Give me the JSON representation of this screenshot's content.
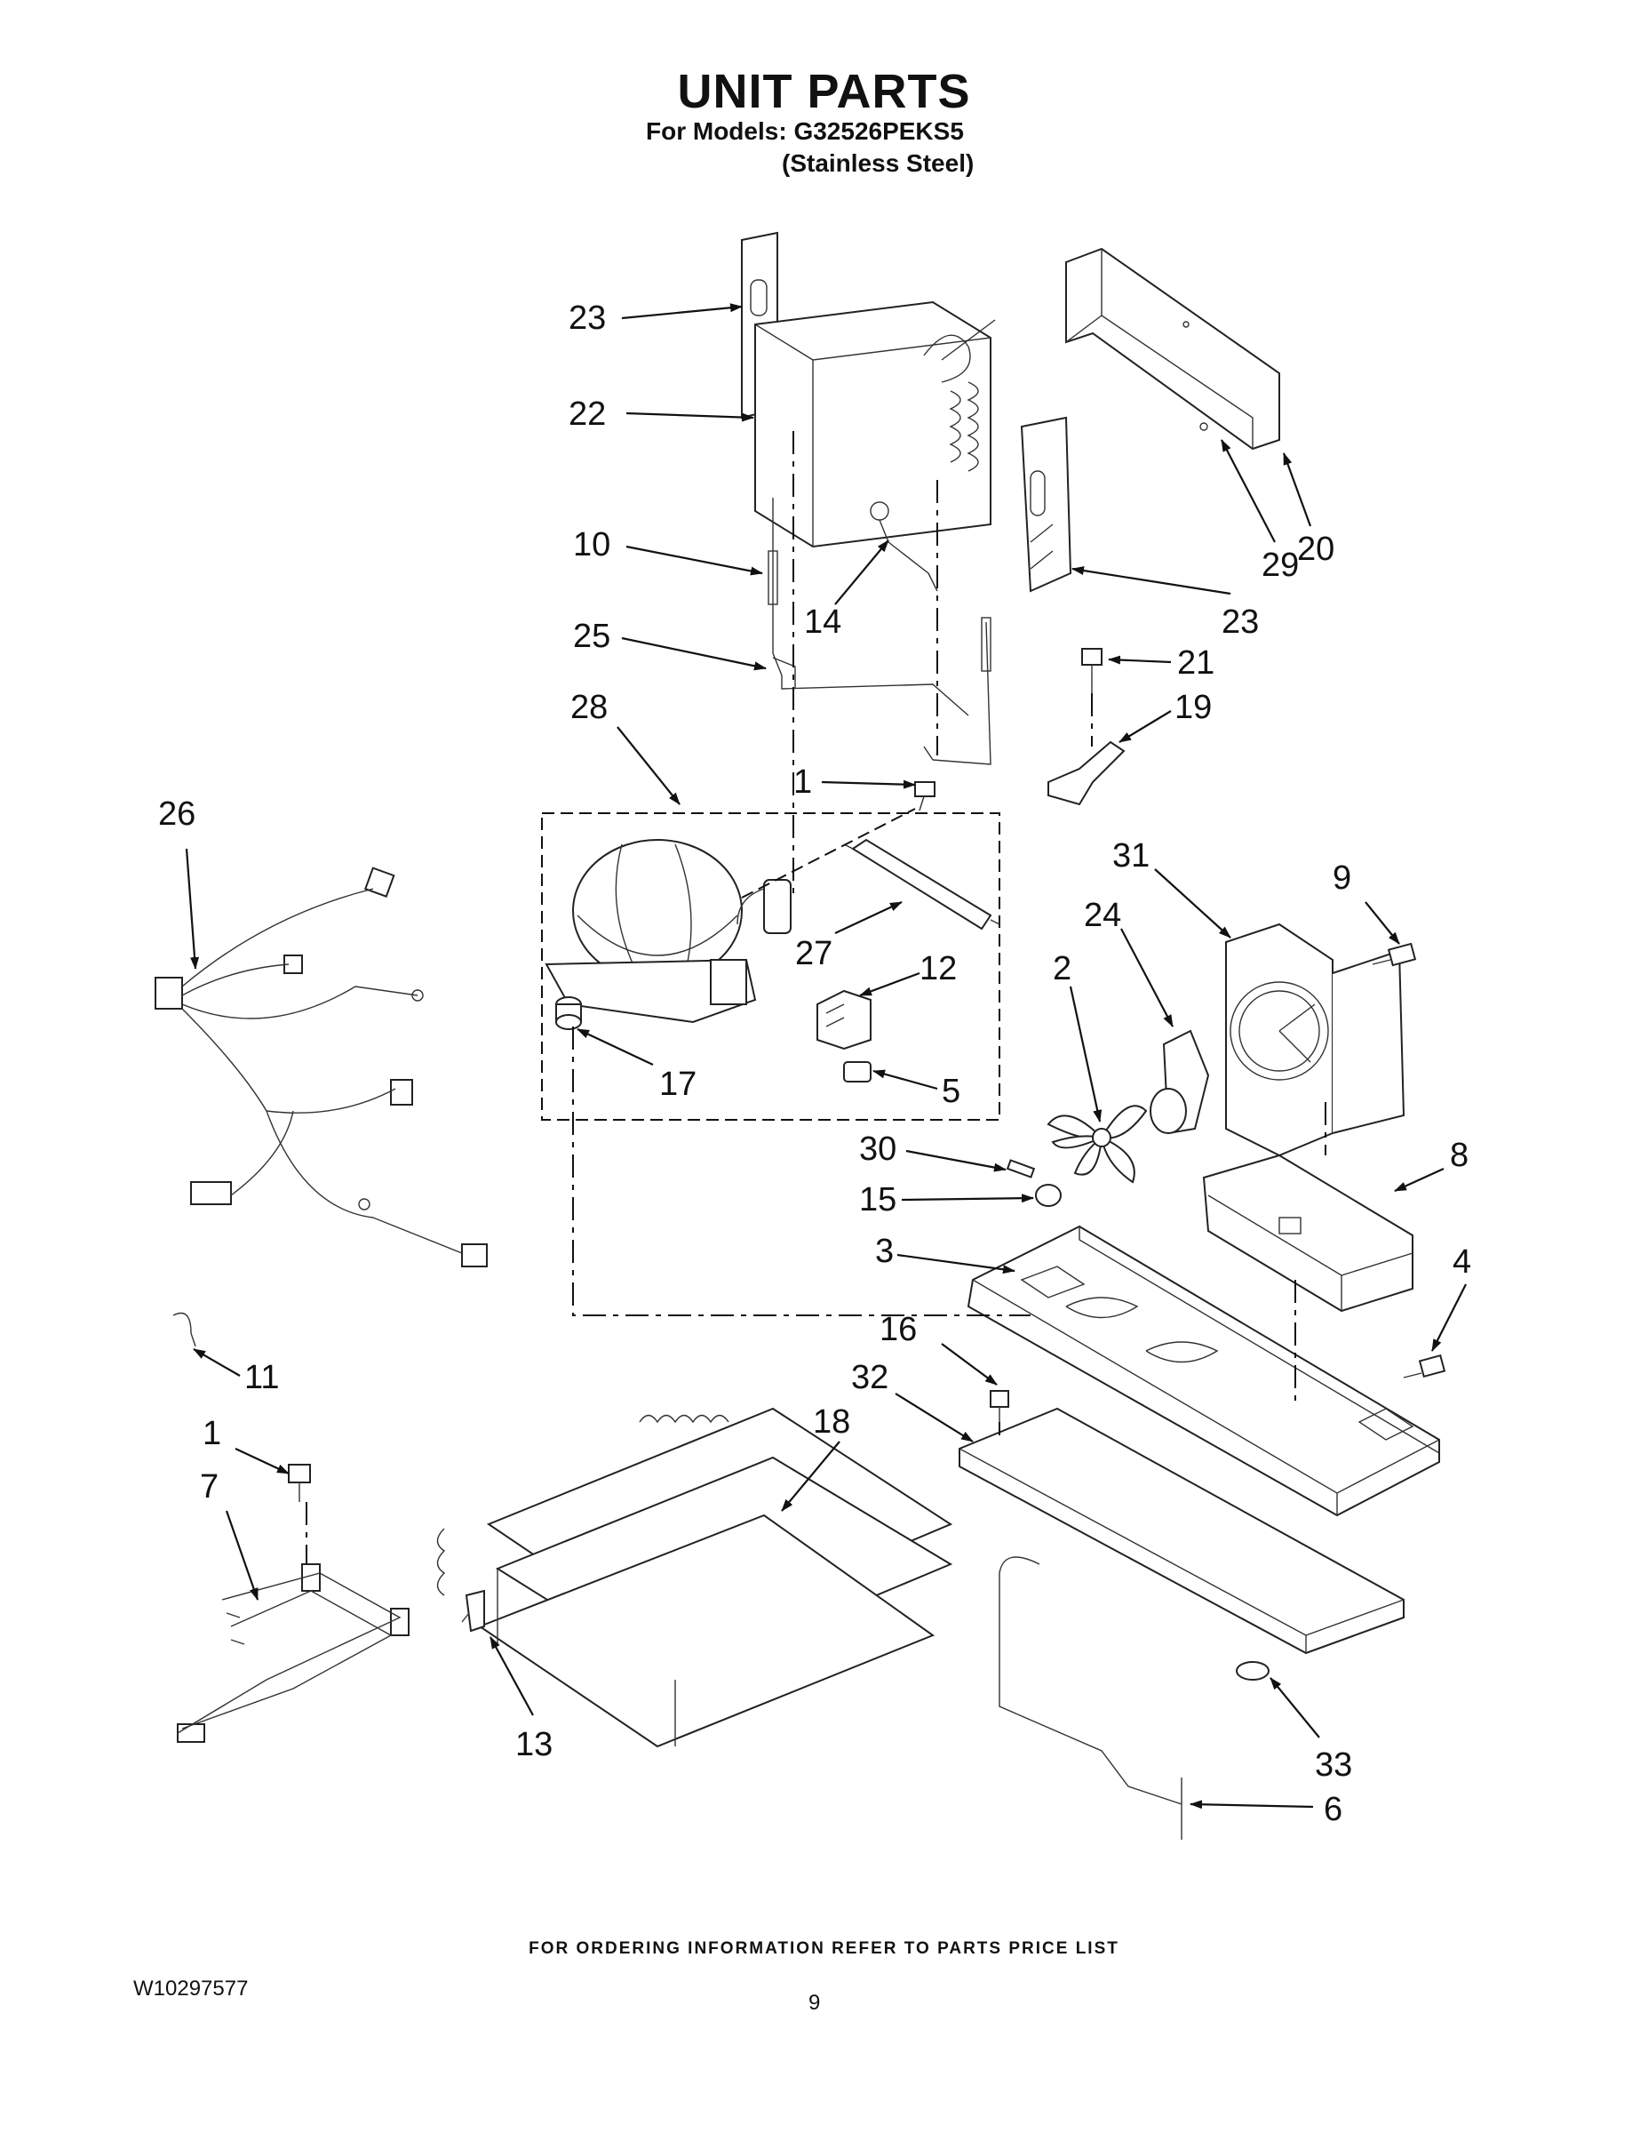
{
  "header": {
    "title": "UNIT PARTS",
    "models_line": "For Models: G32526PEKS5",
    "finish_line": "(Stainless Steel)"
  },
  "footer": {
    "ordering_note": "FOR ORDERING INFORMATION REFER TO PARTS PRICE LIST",
    "document_number": "W10297577",
    "page_number": "9"
  },
  "callouts": {
    "c23a": "23",
    "c22": "22",
    "c10": "10",
    "c14": "14",
    "c25": "25",
    "c28": "28",
    "c20": "20",
    "c29": "29",
    "c23b": "23",
    "c21": "21",
    "c19": "19",
    "c1a": "1",
    "c26": "26",
    "c27": "27",
    "c12": "12",
    "c17": "17",
    "c5": "5",
    "c31": "31",
    "c9": "9",
    "c24": "24",
    "c2": "2",
    "c8": "8",
    "c30": "30",
    "c15": "15",
    "c3": "3",
    "c4": "4",
    "c16": "16",
    "c32": "32",
    "c11": "11",
    "c1b": "1",
    "c7": "7",
    "c18": "18",
    "c13": "13",
    "c33": "33",
    "c6": "6"
  },
  "colors": {
    "ink": "#111111",
    "background": "#ffffff"
  }
}
